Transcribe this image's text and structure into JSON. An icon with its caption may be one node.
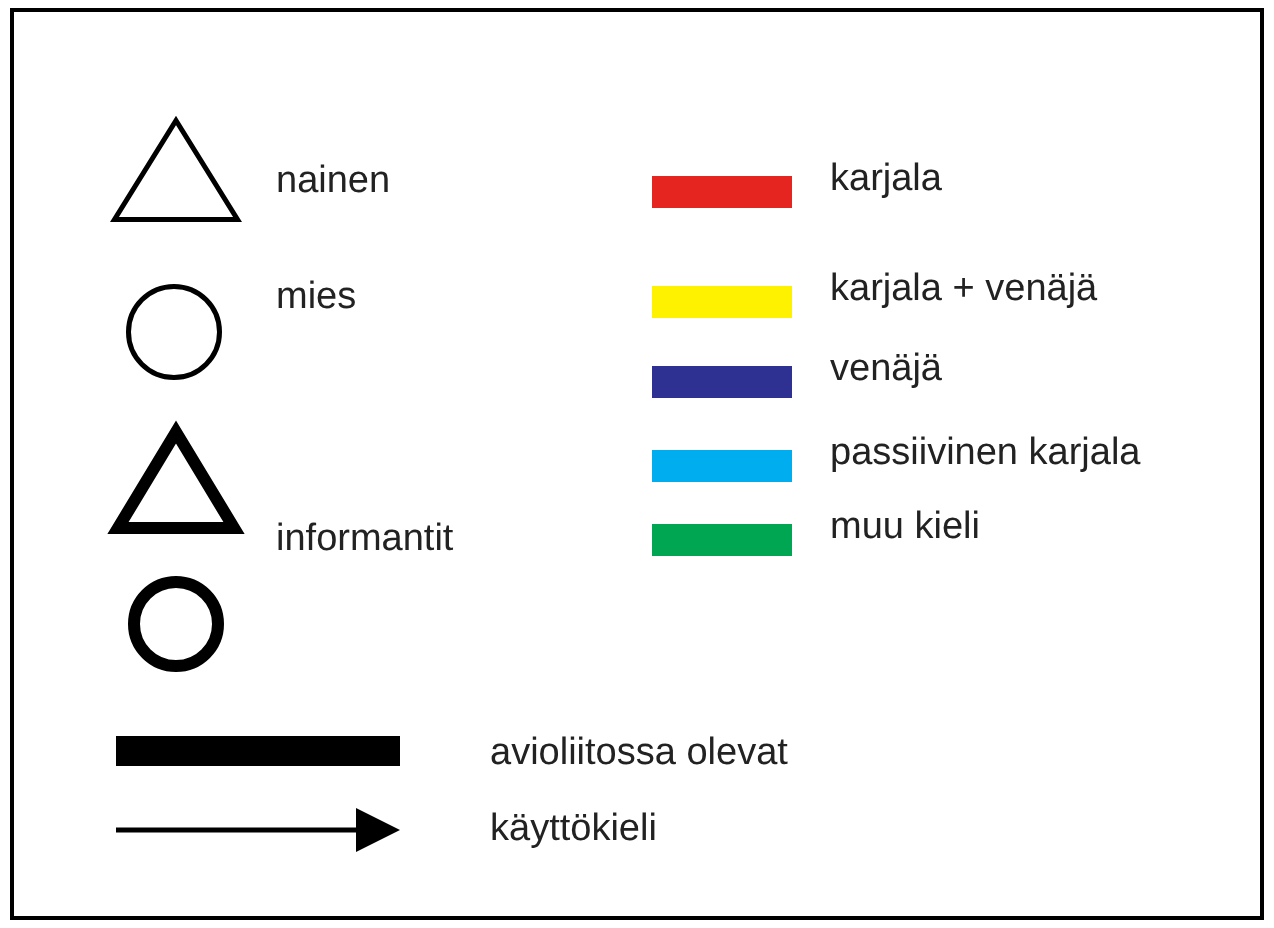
{
  "diagram": {
    "legend": [
      {
        "text": "nainen"
      },
      {
        "text": "mies"
      },
      {
        "text": "informantit"
      },
      {
        "text": "karjala",
        "color": "#e42520"
      },
      {
        "text": "karjala + venäjä",
        "color": "#fff200"
      },
      {
        "text": "venäjä",
        "color": "#2e3192"
      },
      {
        "text": "passiivinen karjala",
        "color": "#00aeef"
      },
      {
        "text": "muu kieli",
        "color": "#00a651"
      },
      {
        "text": "avioliitossa olevat"
      },
      {
        "text": "käyttökieli"
      }
    ]
  }
}
